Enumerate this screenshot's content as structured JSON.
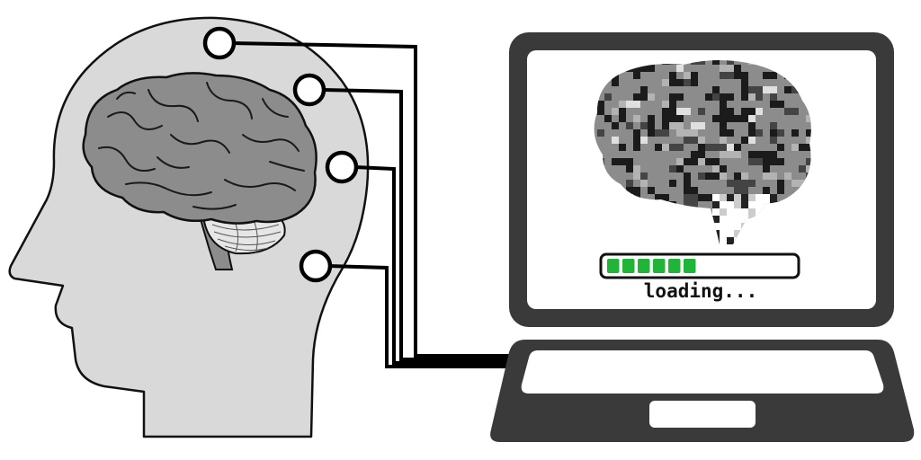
{
  "screen": {
    "status_text": "loading...",
    "progress": 0.5
  },
  "colors": {
    "outline": "#111111",
    "head_fill": "#d9d9d9",
    "brain_fill": "#8c8c8c",
    "brain_dark": "#5a5a5a",
    "cerebellum_fill": "#e6e6e6",
    "laptop_body": "#3a3a3a",
    "screen_fill": "#ffffff",
    "progress_green": "#22b43a",
    "wire": "#000000"
  },
  "icons": [
    "human-head-silhouette",
    "brain-icon",
    "electrode-icon",
    "laptop-icon",
    "pixelated-brain-icon",
    "progress-bar"
  ]
}
